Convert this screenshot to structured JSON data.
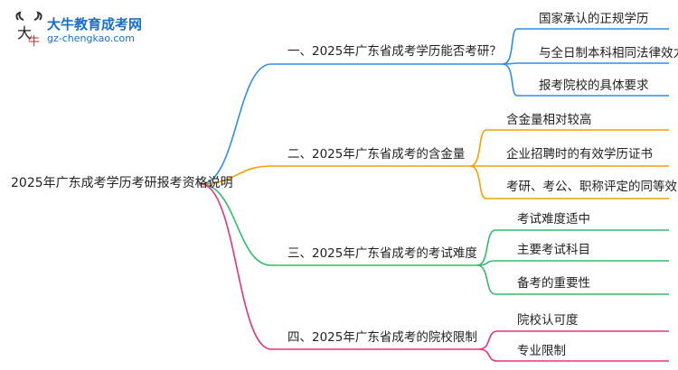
{
  "logo": {
    "title": "大牛教育成考网",
    "url": "gz-chengkao.com"
  },
  "root": "2025年广东成考学历考研报考资格说明",
  "branches": [
    {
      "label": "一、2025年广东省成考学历能否考研？",
      "color": "#2f8ee8",
      "children": [
        "国家承认的正规学历",
        "与全日制本科相同法律效力",
        "报考院校的具体要求"
      ]
    },
    {
      "label": "二、2025年广东省成考的含金量",
      "color": "#f0a202",
      "children": [
        "含金量相对较高",
        "企业招聘时的有效学历证书",
        "考研、考公、职称评定的同等效力"
      ]
    },
    {
      "label": "三、2025年广东省成考的考试难度",
      "color": "#33bb6a",
      "children": [
        "考试难度适中",
        "主要考试科目",
        "备考的重要性"
      ]
    },
    {
      "label": "四、2025年广东省成考的院校限制",
      "color": "#e8336d",
      "children": [
        "院校认可度",
        "专业限制"
      ]
    }
  ]
}
